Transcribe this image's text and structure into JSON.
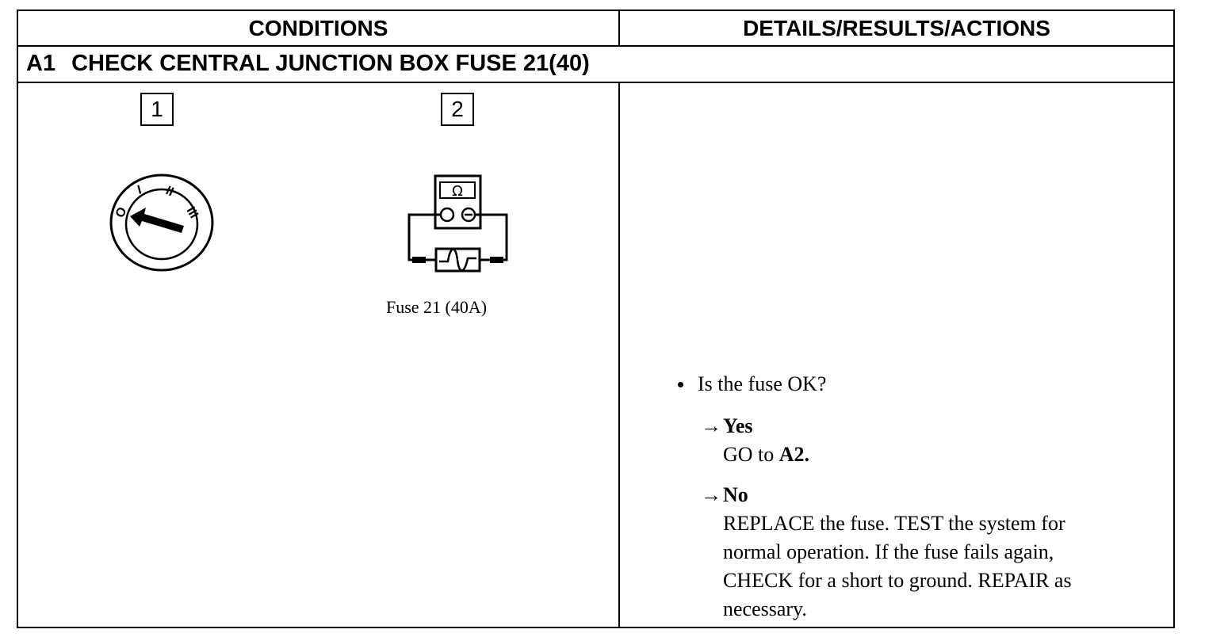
{
  "header": {
    "conditions": "CONDITIONS",
    "details": "DETAILS/RESULTS/ACTIONS"
  },
  "step": {
    "code": "A1",
    "title": "CHECK CENTRAL JUNCTION BOX FUSE 21(40)"
  },
  "conditions": {
    "step_numbers": [
      "1",
      "2"
    ],
    "ignition_positions": [
      "O",
      "I",
      "II",
      "III"
    ],
    "meter_symbol": "Ω",
    "fuse_label": "Fuse 21 (40A)"
  },
  "details": {
    "question": "Is the fuse OK?",
    "yes": {
      "label": "Yes",
      "action_prefix": "GO to ",
      "action_target": "A2."
    },
    "no": {
      "label": "No",
      "lines": [
        "REPLACE the fuse. TEST the system for",
        "normal operation. If the fuse fails again,",
        "CHECK for a short to ground. REPAIR as",
        "necessary."
      ]
    },
    "arrow_glyph": "→"
  }
}
